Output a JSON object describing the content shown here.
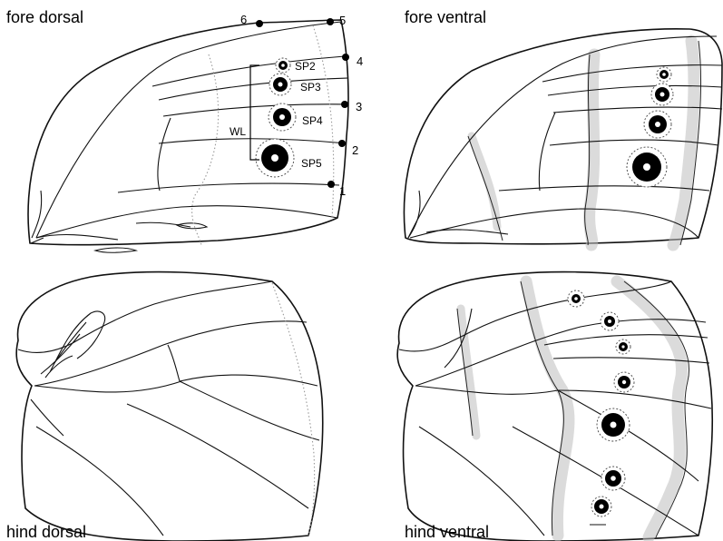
{
  "panels": {
    "fore_dorsal": "fore dorsal",
    "fore_ventral": "fore ventral",
    "hind_dorsal": "hind dorsal",
    "hind_ventral": "hind ventral"
  },
  "landmarks": [
    "1",
    "2",
    "3",
    "4",
    "5",
    "6"
  ],
  "spots": [
    "SP2",
    "SP3",
    "SP4",
    "SP5"
  ],
  "wing_length_label": "WL"
}
